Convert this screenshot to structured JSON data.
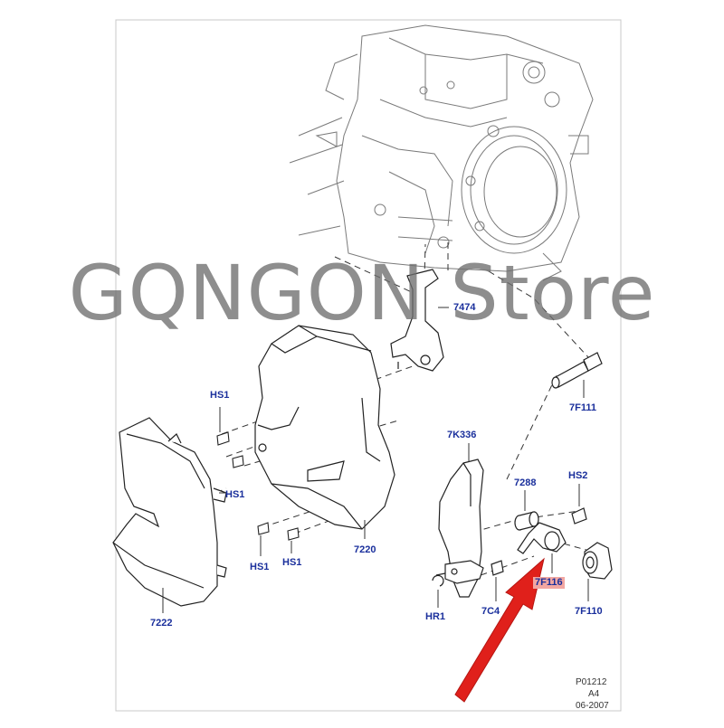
{
  "watermark": "GQNGON Store",
  "part_labels": {
    "p7474": "7474",
    "p7f111": "7F111",
    "hs1_a": "HS1",
    "hs1_b": "HS1",
    "hs1_c": "HS1",
    "hs1_d": "HS1",
    "p7k336": "7K336",
    "p7288": "7288",
    "hs2": "HS2",
    "p7220": "7220",
    "p7f116": "7F116",
    "p7222": "7222",
    "hr1": "HR1",
    "p7c4": "7C4",
    "p7f110": "7F110"
  },
  "info": {
    "code": "P01212",
    "sheet": "A4",
    "date": "06-2007"
  },
  "colors": {
    "label": "#1a2f9c",
    "highlight": "#f2a7a2",
    "arrow": "#e0201b",
    "line": "#222222"
  }
}
